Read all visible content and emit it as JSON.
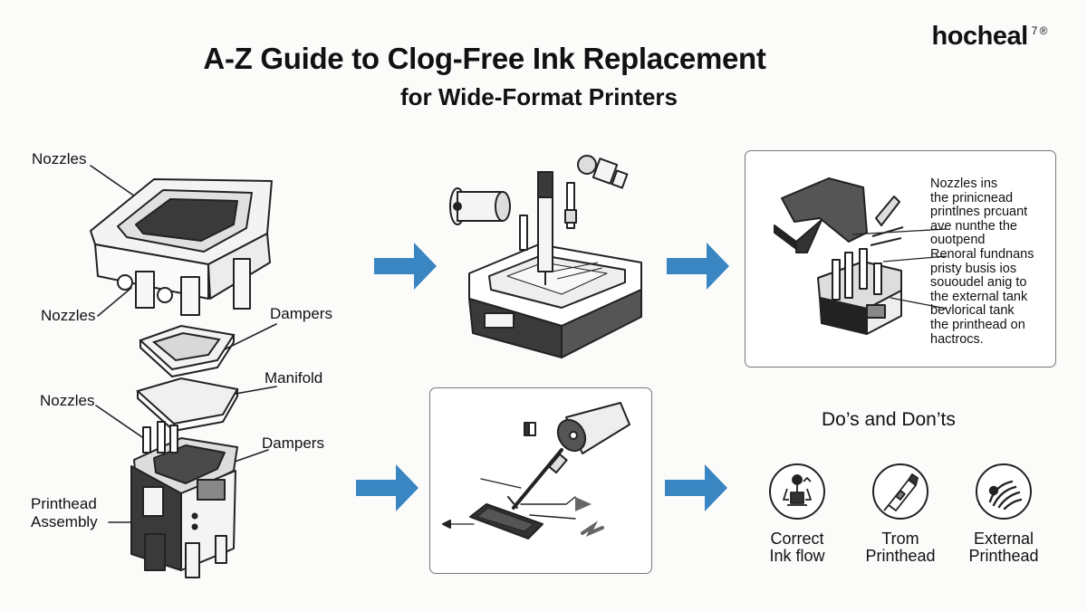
{
  "header": {
    "title_line1": "A-Z Guide to Clog-Free Ink Replacement",
    "title_line2": "for Wide-Format Printers",
    "brand": "hocheal",
    "brand_mark": "7 ®"
  },
  "exploded_view": {
    "labels": [
      "Nozzles",
      "Nozzles",
      "Dampers",
      "Manifold",
      "Nozzles",
      "Dampers",
      "Printhead",
      "Assembly"
    ]
  },
  "info_panel": {
    "lines": [
      "Nozzles ins",
      "the prinicnead",
      "printlnes prcuant",
      "ave nunthe the",
      "ouotpend",
      "Renoral fundnans",
      "pristy busis ios",
      "sououdel anig to",
      "the external tank",
      "bevlorical tank",
      "the printhead on",
      "hactrocs."
    ]
  },
  "dos_donts": {
    "title": "Do’s and Don’ts",
    "items": [
      {
        "line1": "Correct",
        "line2": "Ink flow",
        "icon": "ink-flow-icon"
      },
      {
        "line1": "Trom",
        "line2": "Printhead",
        "icon": "printhead-pen-icon"
      },
      {
        "line1": "External",
        "line2": "Printhead",
        "icon": "external-flow-icon"
      }
    ]
  },
  "colors": {
    "arrow": "#3a86c2",
    "outline": "#222222",
    "dark_body": "#333333"
  }
}
